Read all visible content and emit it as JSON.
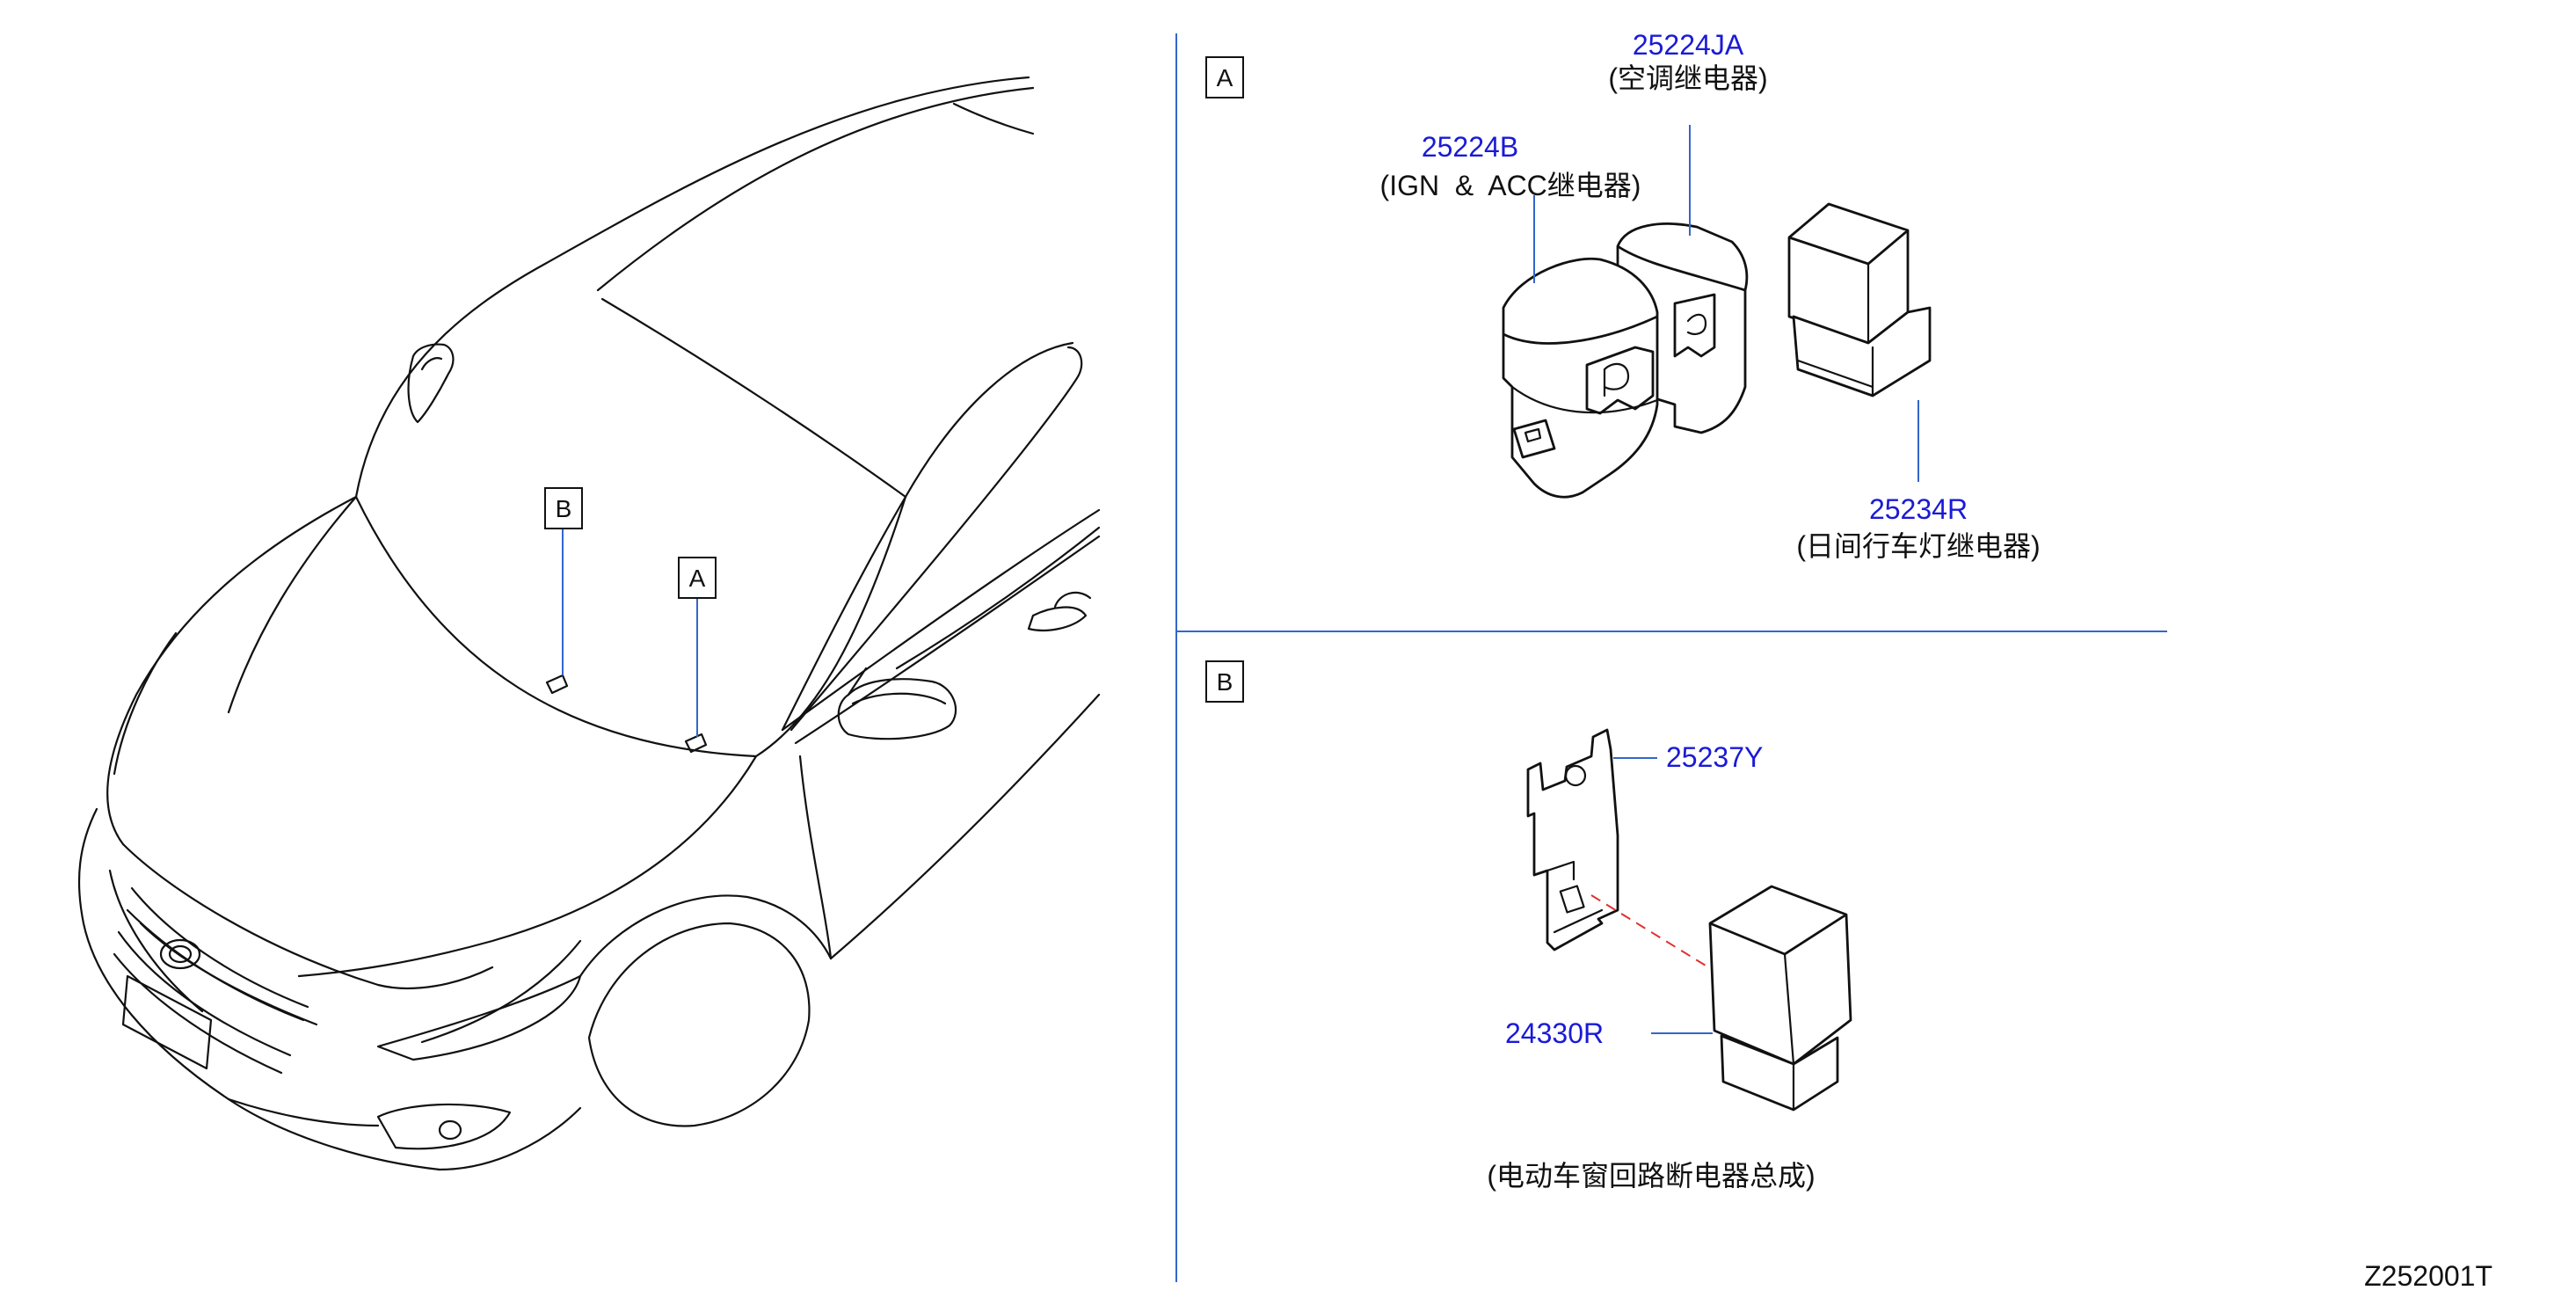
{
  "callouts": {
    "car_a": "A",
    "car_b": "B",
    "section_a": "A",
    "section_b": "B"
  },
  "parts": [
    {
      "number": "25224JA",
      "name": "(空调继电器)"
    },
    {
      "number": "25224B",
      "name": "(IGN  &  ACC继电器)"
    },
    {
      "number": "25234R",
      "name": "(日间行车灯继电器)"
    },
    {
      "number": "25237Y",
      "name": ""
    },
    {
      "number": "24330R",
      "name": "(电动车窗回路断电器总成)"
    }
  ],
  "diagram_code": "Z252001T",
  "colors": {
    "part_number": "#1a1ad6",
    "leader_line": "#3366cc",
    "mount_alignment": "#e03030",
    "line_art": "#111111"
  }
}
